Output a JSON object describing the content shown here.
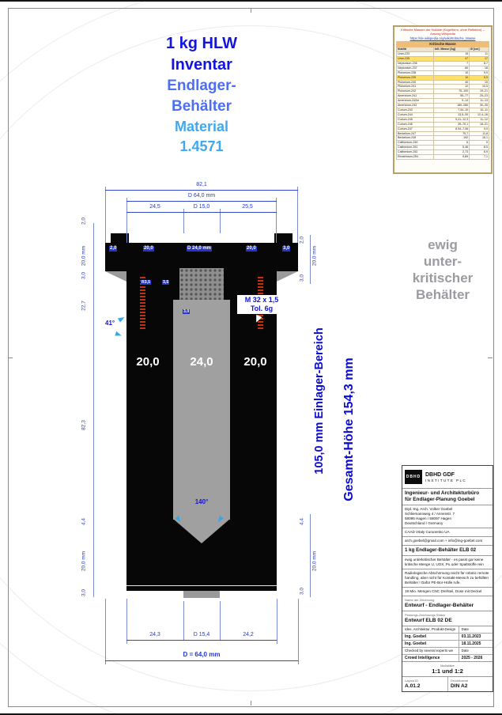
{
  "page": {
    "heading": {
      "line1": "1 kg HLW",
      "line2": "Inventar",
      "line3": "Endlager-",
      "line4": "Behälter",
      "line5": "Material",
      "line6": "1.4571"
    },
    "side_note": {
      "l1": "ewig",
      "l2": "unter-",
      "l3": "kritischer",
      "l4": "Behälter"
    }
  },
  "wiki_panel": {
    "note": "Kritische Massen der Nuklide (Kugelform, ohne Reflektor) – Auszug Wikipedia",
    "url": "https://de.wikipedia.org/wiki/Kritische_Masse",
    "table": {
      "title": "Kritische Masse",
      "col_nuklid": "Nuklid",
      "col_masse": "krit. Masse [kg]",
      "col_d": "Ø [cm]",
      "rows": [
        [
          "Uran-233",
          "15",
          "11"
        ],
        [
          "Uran-235",
          "47",
          "17"
        ],
        [
          "Neptunium-236",
          "7",
          "8,7"
        ],
        [
          "Neptunium-237",
          "60",
          "18"
        ],
        [
          "Plutonium-238",
          "10",
          "9,9"
        ],
        [
          "Plutonium-239",
          "10",
          "9,9"
        ],
        [
          "Plutonium-240",
          "40",
          "15"
        ],
        [
          "Plutonium-241",
          "12",
          "10,5"
        ],
        [
          "Plutonium-242",
          "75–100",
          "19–21"
        ],
        [
          "Americium-241",
          "55–77",
          "20–23"
        ],
        [
          "Americium-242m",
          "9–14",
          "11–13"
        ],
        [
          "Americium-243",
          "180–280",
          "30–35"
        ],
        [
          "Curium-243",
          "7,34–10",
          "10–11"
        ],
        [
          "Curium-244",
          "13,5–30",
          "12,4–16"
        ],
        [
          "Curium-245",
          "9,41–12,3",
          "11–12"
        ],
        [
          "Curium-246",
          "39–70,1",
          "18–21"
        ],
        [
          "Curium-247",
          "6,94–7,06",
          "9,9"
        ],
        [
          "Berkelium-247",
          "75,7",
          "11,8"
        ],
        [
          "Berkelium-249",
          "192",
          "16,1"
        ],
        [
          "Californium-249",
          "6",
          "9"
        ],
        [
          "Californium-251",
          "5,46",
          "8,5"
        ],
        [
          "Californium-252",
          "2,73",
          "6,9"
        ],
        [
          "Einsteinium-254",
          "9,89",
          "7,1"
        ]
      ],
      "highlight_rows": [
        1,
        5
      ]
    }
  },
  "drawing": {
    "dims_top": {
      "overall": "82,1",
      "d64": "D 64,0 mm",
      "left": "24,5",
      "d15": "D 15,0",
      "right": "25,5"
    },
    "chip_row": [
      "2,0",
      "20,0",
      "D 24,0 mm",
      "20,0",
      "3,0"
    ],
    "chips": {
      "r35": "R3,5",
      "t35": "3,5",
      "t30": "3,0"
    },
    "thread": {
      "l1": "M 32 x 1,5",
      "l2": "Tol. 6g"
    },
    "angles": {
      "a41": "41°",
      "a140": "140°"
    },
    "body_labels": [
      "20,0",
      "24,0",
      "20,0"
    ],
    "dims_left": [
      "2,0",
      "20,0 mm",
      "3,0",
      "22,7",
      "82,3",
      "4,4",
      "20,0 mm",
      "3,0"
    ],
    "dims_right_top": [
      "2,0",
      "20,0 mm",
      "3,0"
    ],
    "dims_right_bottom": [
      "4,4",
      "20,0 mm",
      "3,0"
    ],
    "rot_einlager": "105,0 mm   Einlager-Bereich",
    "rot_gesamt": "Gesamt-Höhe  154,3 mm",
    "dims_bottom": {
      "left": "24,3",
      "d154": "D 15,4",
      "right": "24,2",
      "d64": "D = 64,0 mm"
    }
  },
  "title_block": {
    "logo_line1": "DBHD GDF",
    "logo_line2": "INSTITUTE PLC",
    "logo_mark": "DBHD",
    "firm1": "Ingenieur- und Architekturbüro",
    "firm2": "für Endlager-Planung Goebel",
    "addr1": "Dipl.-Ing. Arch. Volker Goebel",
    "addr2": "Schliemannweg 4 / Annenstr. 7",
    "addr3": "58095 Hagen / 58097 Hagen",
    "addr4": "Deutschland / Germany",
    "caad": "CAAD Vitaly Curunenko UA",
    "email": "arch.goebel@gmail.com + info@ing-goebel.com",
    "product": "1 kg Endlager-Behälter ELB 02",
    "para1": "ewig unterkritischer Behälter - es passt gar keine kritische Menge U, UOX, Pu oder Spaltstoffe rein",
    "para2": "Radiologische Abschirmung reicht für robotic remote handling, aber nicht für Kontakt-Mensch zu befüllten Behälter ! Dafür PE-Bor-Hülle rufe.",
    "para3": "19 Mio. Mengen CNC Drehteil, Dose mit Deckel",
    "name_label": "Name der Zeichnung",
    "name_value": "Entwurf - Endlager-Behälter",
    "status_label": "Planungs-Zeichnungs Status",
    "status_value": "Entwurf ELB 02 DE",
    "sign_rows": [
      [
        "Idee, Architektur, Produkt-Design",
        "Date"
      ],
      [
        "Ing. Goebel",
        "03.11.2023"
      ],
      [
        "Ing. Goebel",
        "18.11.2025"
      ],
      [
        "Checked by several experts we",
        "Date"
      ],
      [
        "Crowd Intelligence",
        "2025 - 2026"
      ]
    ],
    "scale_label": "Maßstäbe",
    "scale_value": "1:1 und 1:2",
    "layout_label": "Layout ID",
    "layout_value": "A.01.2",
    "format_label": "Druckformat",
    "format_value": "DIN A2"
  }
}
